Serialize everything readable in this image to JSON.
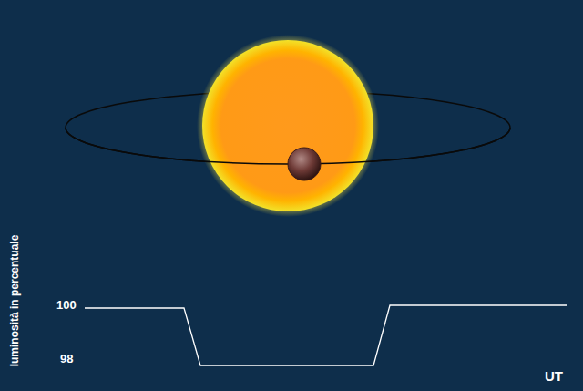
{
  "diagram": {
    "labels": [
      "luminosità in percentuale",
      "100",
      "98",
      "UT"
    ]
  }
}
